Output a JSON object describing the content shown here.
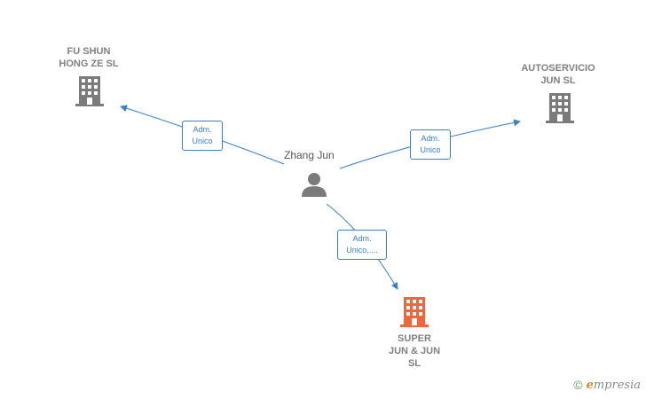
{
  "nodes": {
    "fu_shun": {
      "label": "FU SHUN\nHONG ZE  SL",
      "color": "#7b7b7b"
    },
    "autoservicio": {
      "label": "AUTOSERVICIO\nJUN SL",
      "color": "#7b7b7b"
    },
    "super_jun": {
      "label": "SUPER\nJUN & JUN\nSL",
      "color": "#f0663a"
    },
    "person": {
      "label": "Zhang Jun",
      "color": "#7b7b7b"
    }
  },
  "edges": {
    "to_fu_shun": "Adm.\nUnico",
    "to_autoservicio": "Adm.\nUnico",
    "to_super_jun": "Adm.\nUnico,...."
  },
  "edge_color": "#3a7fc9",
  "brand": {
    "copyright": "©",
    "e": "e",
    "rest": "mpresia"
  }
}
